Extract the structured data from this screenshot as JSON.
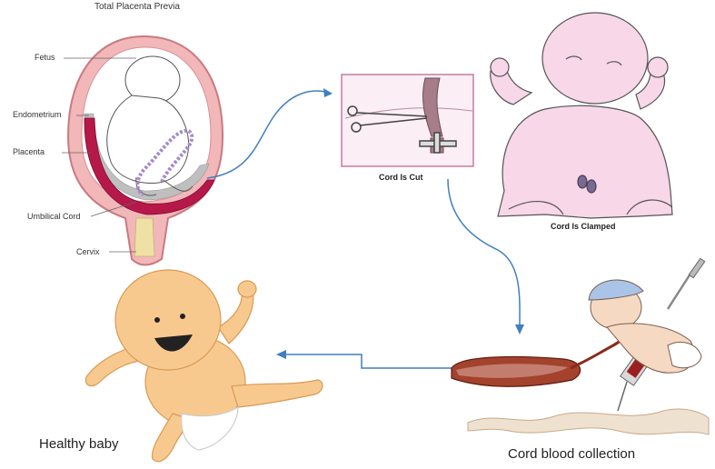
{
  "uterus_figure": {
    "title": "Total Placenta Previa",
    "labels": {
      "fetus": "Fetus",
      "endometrium": "Endometrium",
      "placenta": "Placenta",
      "umbilical_cord": "Umbilical Cord",
      "cervix": "Cervix"
    }
  },
  "cord_cut_figure": {
    "caption": "Cord Is Cut"
  },
  "clamped_figure": {
    "caption": "Cord Is Clamped"
  },
  "collection_figure": {
    "caption": "Cord blood collection"
  },
  "healthy_figure": {
    "caption": "Healthy baby"
  },
  "colors": {
    "arrow": "#3f7fbf",
    "uterus_wall": "#e8a6a9",
    "placenta": "#b7184a",
    "infant_skin": "#f7d7e8",
    "cartoon_skin": "#f8c98f",
    "blood": "#8b2a1a"
  }
}
